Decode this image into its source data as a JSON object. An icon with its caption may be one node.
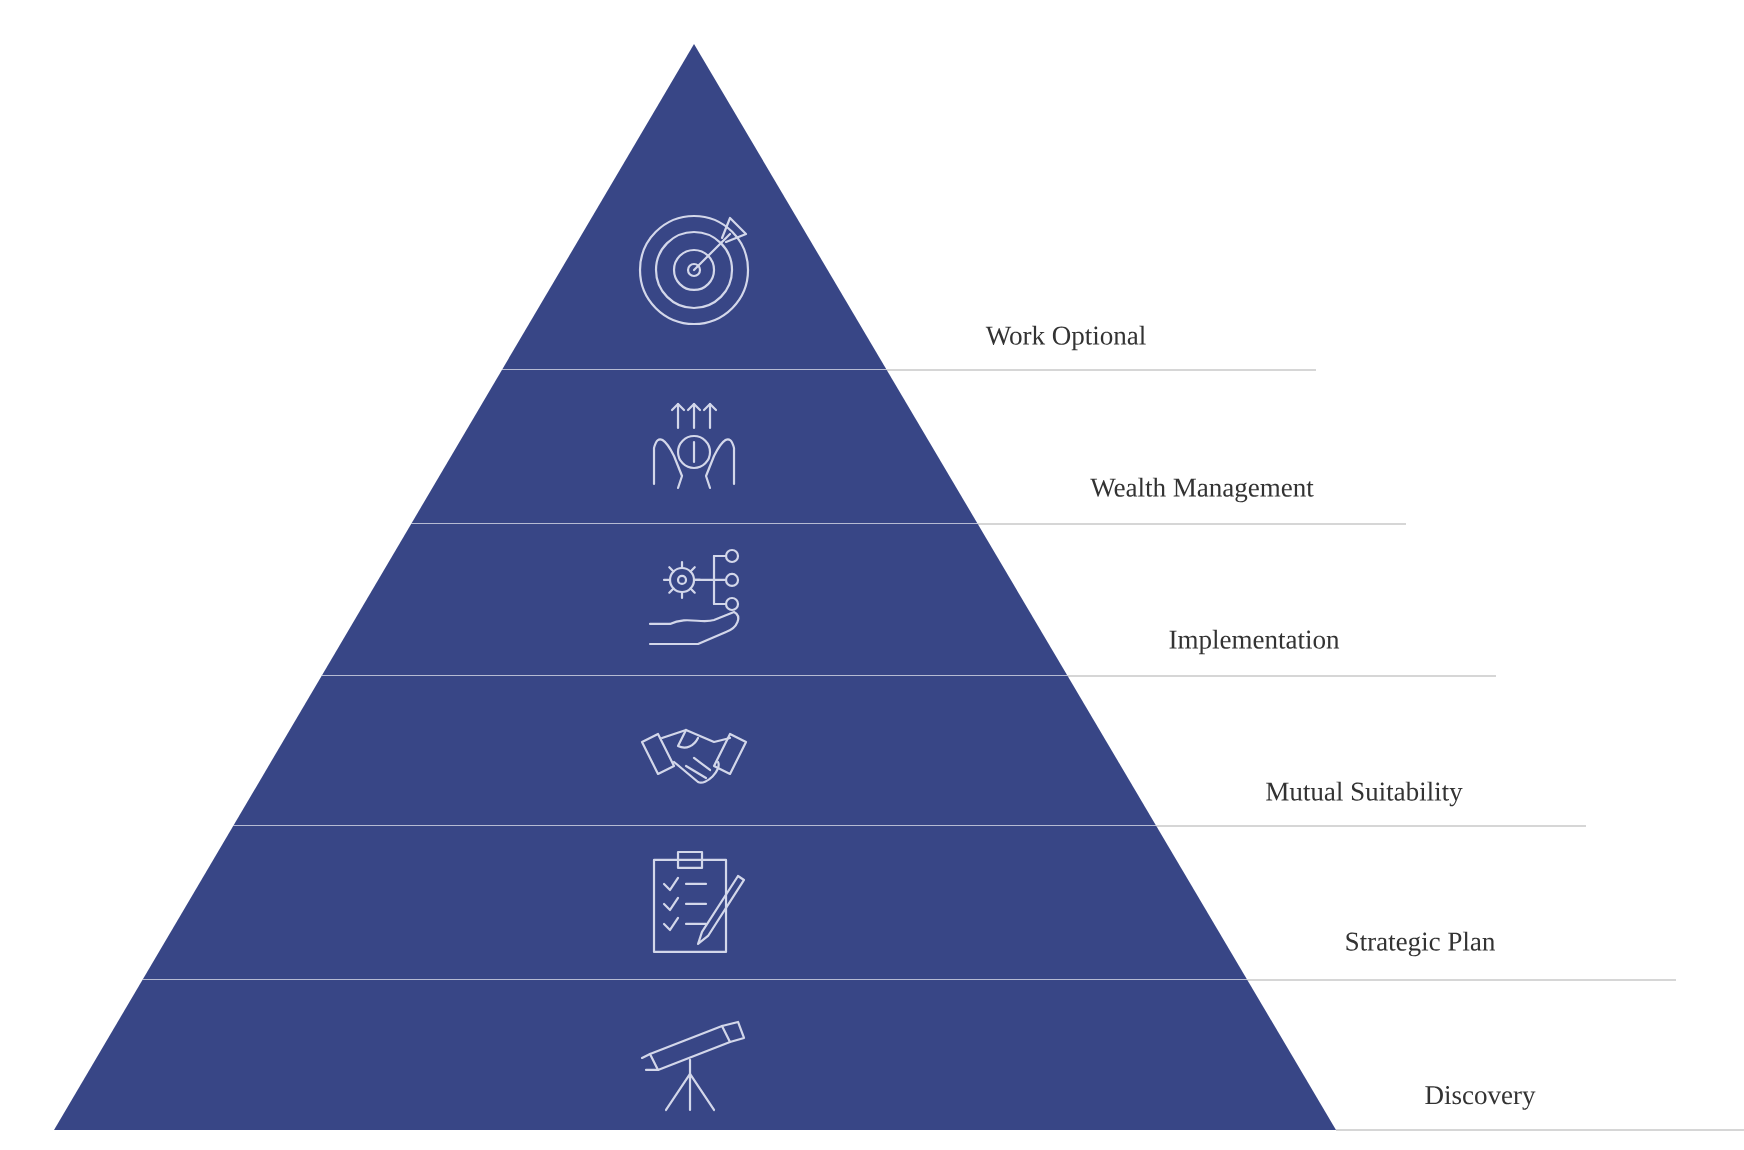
{
  "diagram": {
    "nodes": [
      {
        "text": [
          "Work Optional"
        ]
      },
      {
        "text": [
          "Wealth Management"
        ]
      },
      {
        "text": [
          "Implementation"
        ]
      },
      {
        "text": [
          "Mutual Suitability"
        ]
      },
      {
        "text": [
          "Strategic Plan"
        ]
      },
      {
        "text": [
          "Discovery"
        ]
      }
    ]
  }
}
